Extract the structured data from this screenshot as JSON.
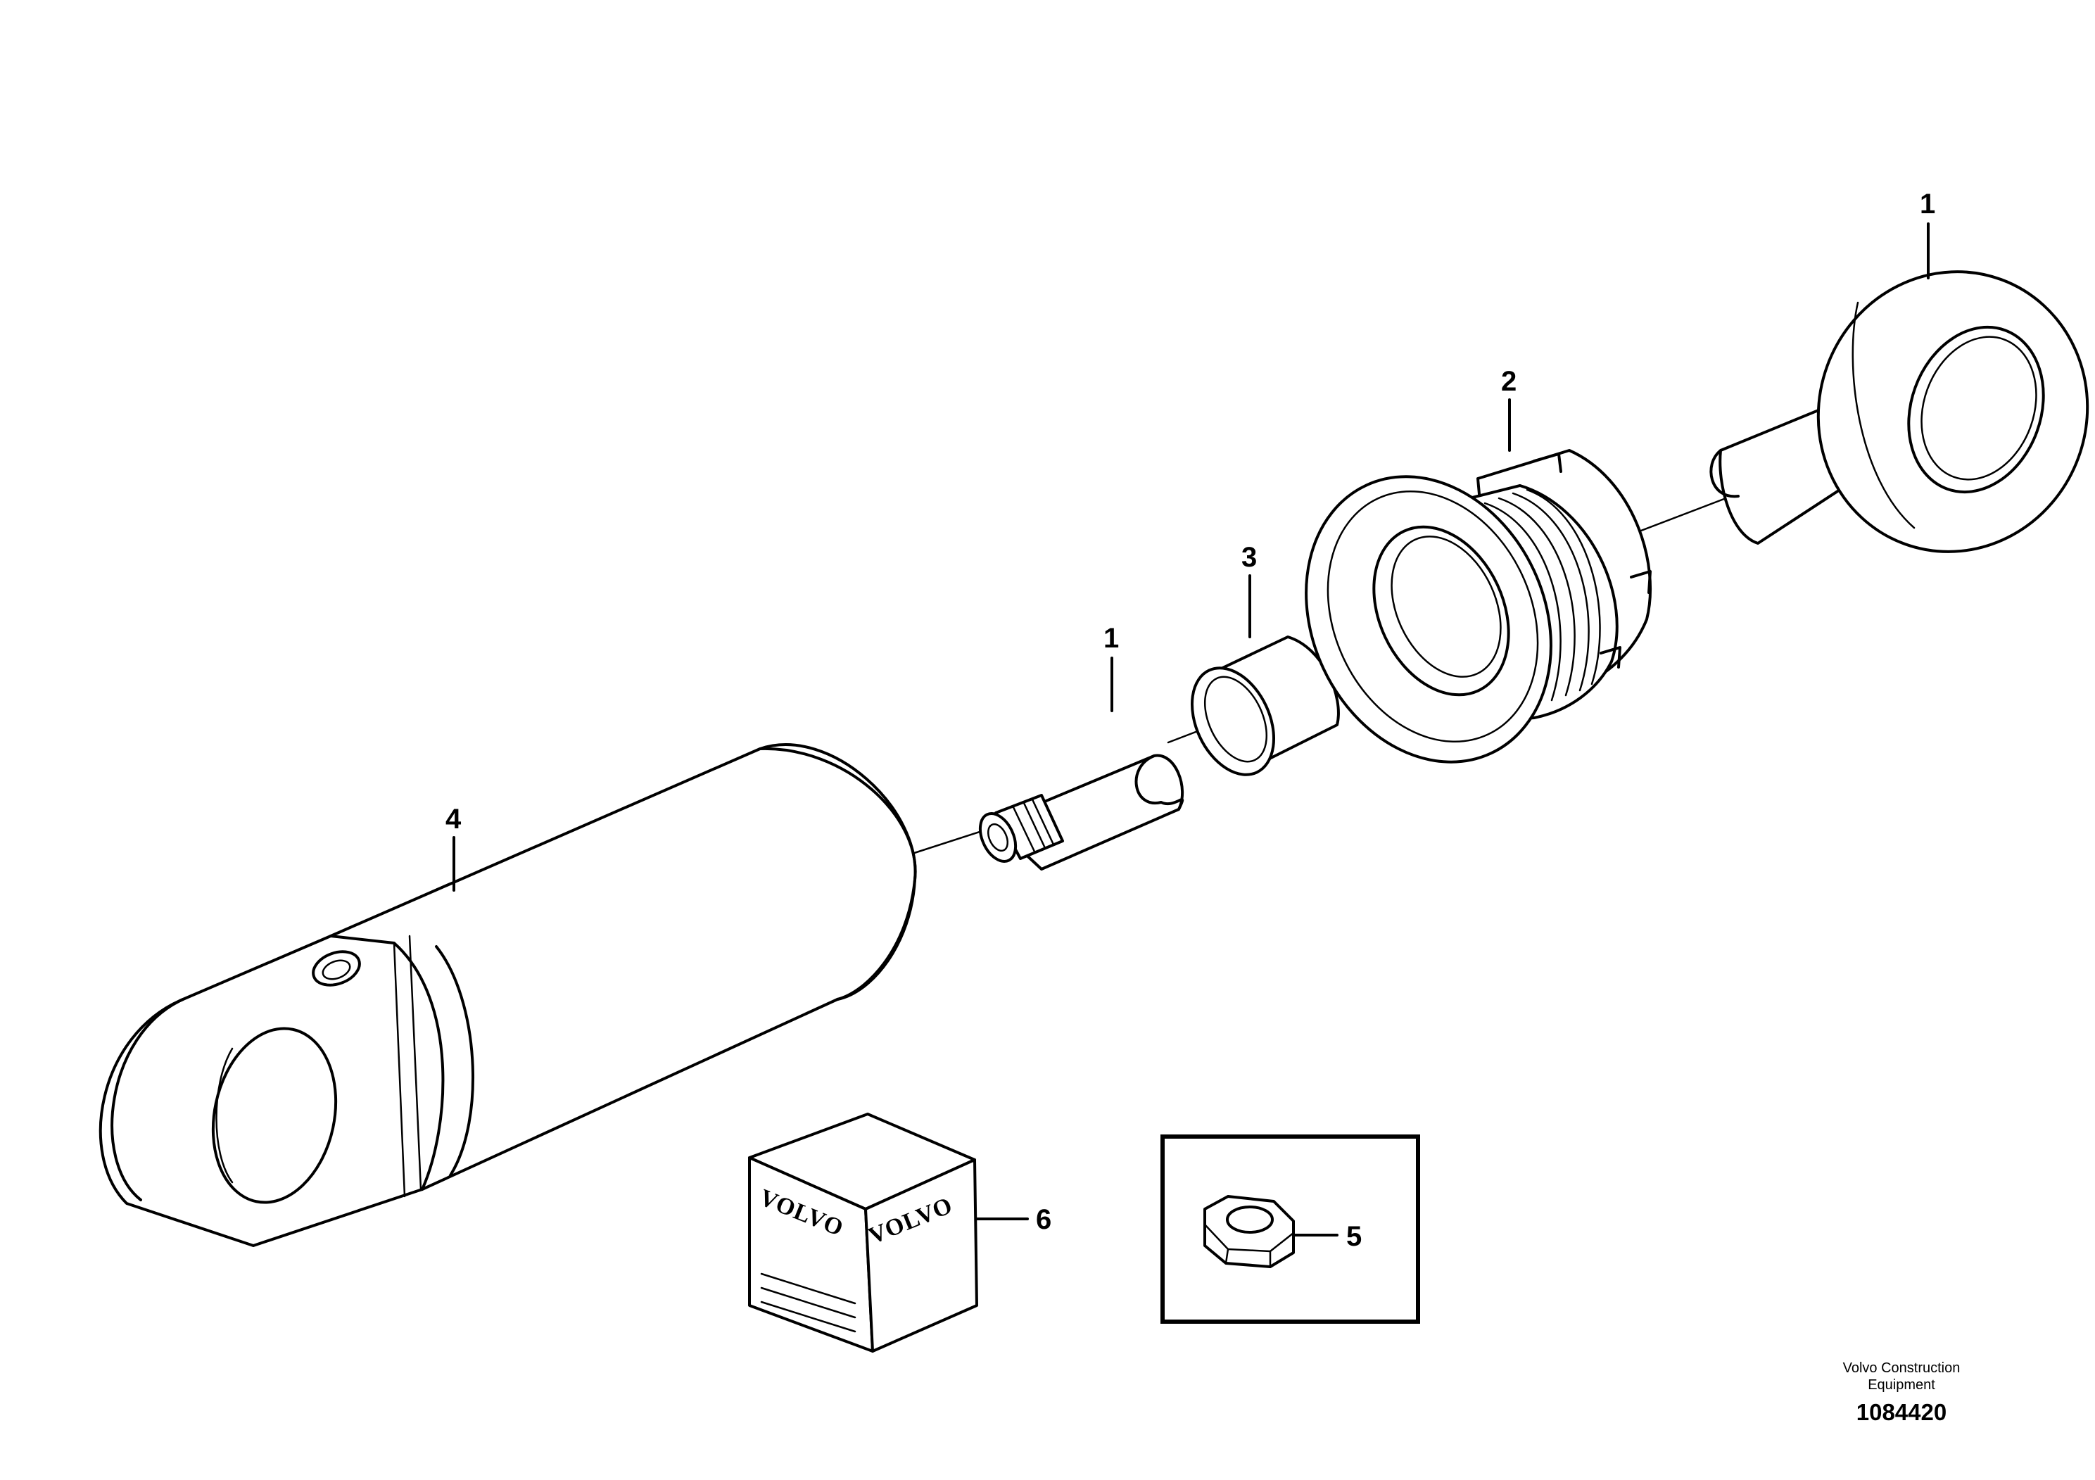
{
  "callouts": {
    "rod_eye": "1",
    "rod_shaft": "1",
    "cylinder_head": "2",
    "bushing": "3",
    "cylinder_tube": "4",
    "nut": "5",
    "seal_kit": "6"
  },
  "seal_kit": {
    "brand_left": "VOLVO",
    "brand_right": "VOLVO"
  },
  "footer": {
    "line1": "Volvo Construction",
    "line2": "Equipment",
    "drawing_number": "1084420"
  }
}
